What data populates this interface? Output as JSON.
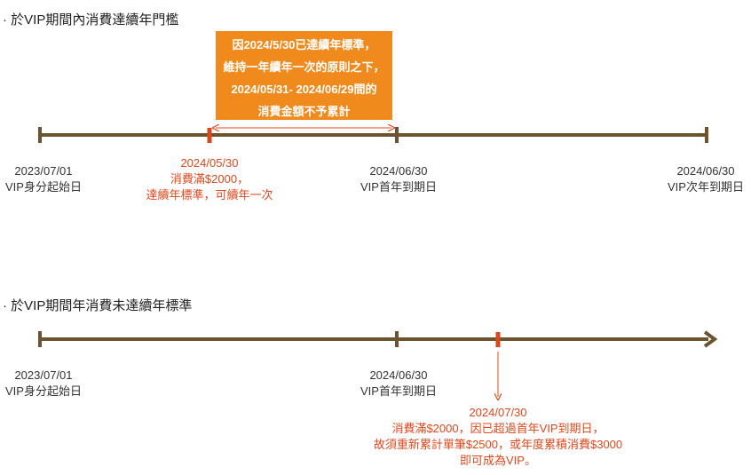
{
  "section1": {
    "heading": "· 於VIP期間內消費達續年門檻",
    "callout_lines": [
      "因2024/5/30已達續年標準，",
      "維持一年續年一次的原則之下，",
      "2024/05/31- 2024/06/29間的",
      "消費金額不予累計"
    ],
    "points": [
      {
        "date": "2023/07/01",
        "text": "VIP身分起始日"
      },
      {
        "date": "2024/05/30",
        "lines": [
          "消費滿$2000，",
          "達續年標準，可續年一次"
        ]
      },
      {
        "date": "2024/06/30",
        "text": "VIP首年到期日"
      },
      {
        "date": "2024/06/30",
        "text": "VIP次年到期日"
      }
    ]
  },
  "section2": {
    "heading": "· 於VIP期間年消費未達續年標準",
    "points": [
      {
        "date": "2023/07/01",
        "text": "VIP身分起始日"
      },
      {
        "date": "2024/06/30",
        "text": "VIP首年到期日"
      },
      {
        "date": "2024/07/30",
        "lines": [
          "消費滿$2000，因已超過首年VIP到期日，",
          "故須重新累計單筆$2500，或年度累積消費$3000",
          "即可成為VIP。"
        ]
      }
    ]
  },
  "colors": {
    "timeline": "#6b5530",
    "accent": "#e0471c",
    "callout_bg": "#f08a1c",
    "callout_text": "#ffffff"
  }
}
